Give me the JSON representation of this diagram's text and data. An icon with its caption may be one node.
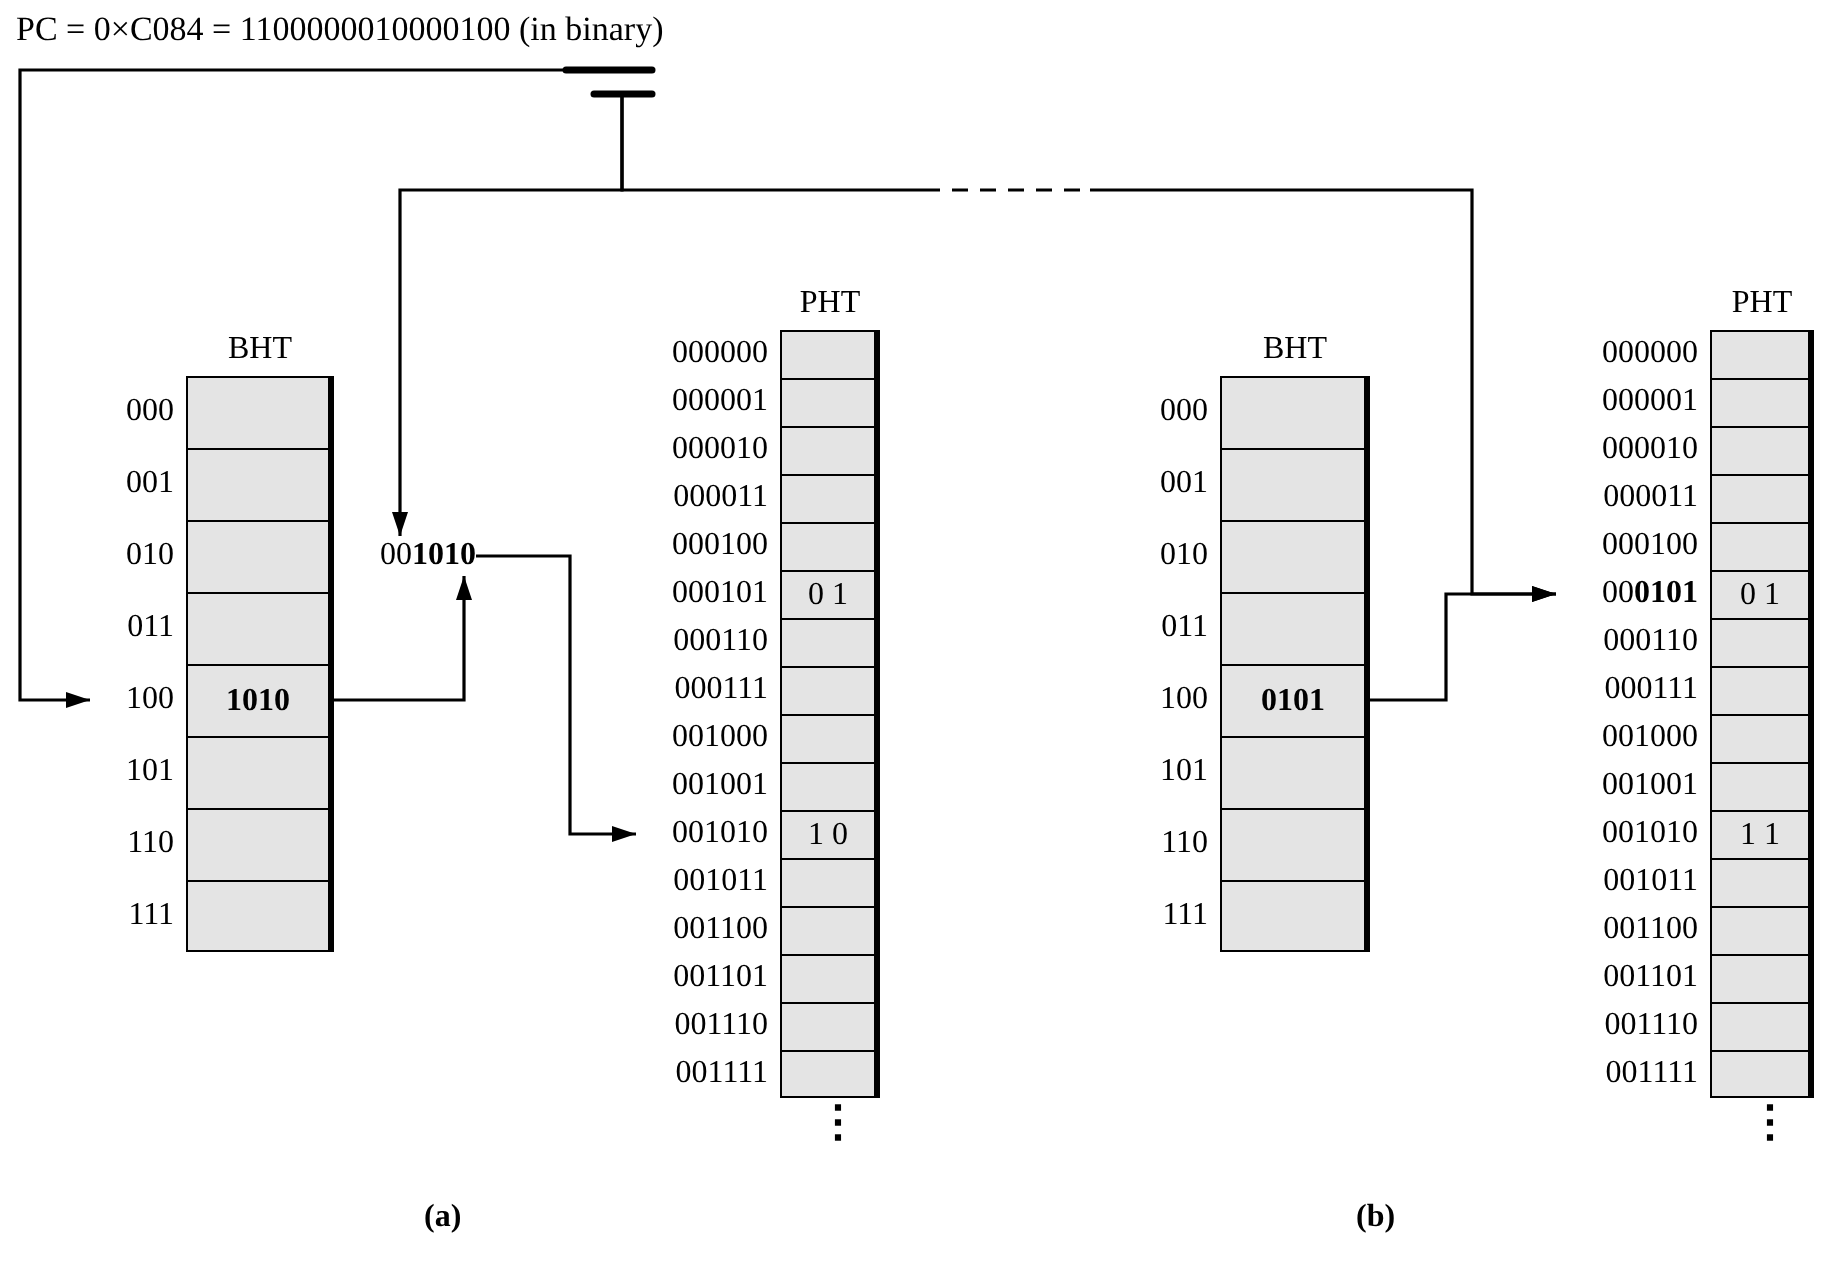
{
  "diagram": {
    "nodes": [
      {
        "text": [
          "PC = 0×C084 = 1100000010000100 (in binary)"
        ]
      },
      {
        "text": [
          "BHT"
        ]
      },
      {
        "text": [],
        "shape": "box",
        "in": 1,
        "beside": [
          "000"
        ]
      },
      {
        "text": [],
        "shape": "box",
        "in": 1,
        "beside": [
          "001"
        ]
      },
      {
        "text": [],
        "shape": "box",
        "in": 1,
        "beside": [
          "010"
        ]
      },
      {
        "text": [],
        "shape": "box",
        "in": 1,
        "beside": [
          "011"
        ]
      },
      {
        "text": [
          "1010"
        ],
        "in": 1,
        "beside": [
          "100"
        ]
      },
      {
        "text": [],
        "shape": "box",
        "in": 1,
        "beside": [
          "101"
        ]
      },
      {
        "text": [],
        "shape": "box",
        "in": 1,
        "beside": [
          "110"
        ]
      },
      {
        "text": [],
        "shape": "box",
        "in": 1,
        "beside": [
          "111"
        ]
      },
      {
        "text": [
          "00**1010**"
        ]
      },
      {
        "text": [
          "PHT"
        ]
      },
      {
        "text": [],
        "shape": "box",
        "in": 11,
        "beside": [
          "000000"
        ]
      },
      {
        "text": [],
        "shape": "box",
        "in": 11,
        "beside": [
          "000001"
        ]
      },
      {
        "text": [],
        "shape": "box",
        "in": 11,
        "beside": [
          "000010"
        ]
      },
      {
        "text": [],
        "shape": "box",
        "in": 11,
        "beside": [
          "000011"
        ]
      },
      {
        "text": [],
        "shape": "box",
        "in": 11,
        "beside": [
          "000100"
        ]
      },
      {
        "text": [
          "0 1"
        ],
        "in": 11,
        "beside": [
          "000101"
        ]
      },
      {
        "text": [],
        "shape": "box",
        "in": 11,
        "beside": [
          "000110"
        ]
      },
      {
        "text": [],
        "shape": "box",
        "in": 11,
        "beside": [
          "000111"
        ]
      },
      {
        "text": [],
        "shape": "box",
        "in": 11,
        "beside": [
          "001000"
        ]
      },
      {
        "text": [],
        "shape": "box",
        "in": 11,
        "beside": [
          "001001"
        ]
      },
      {
        "text": [
          "1 0"
        ],
        "in": 11,
        "beside": [
          "001010"
        ]
      },
      {
        "text": [],
        "shape": "box",
        "in": 11,
        "beside": [
          "001011"
        ]
      },
      {
        "text": [],
        "shape": "box",
        "in": 11,
        "beside": [
          "001100"
        ]
      },
      {
        "text": [],
        "shape": "box",
        "in": 11,
        "beside": [
          "001101"
        ]
      },
      {
        "text": [],
        "shape": "box",
        "in": 11,
        "beside": [
          "001110"
        ]
      },
      {
        "text": [],
        "shape": "box",
        "in": 11,
        "beside": [
          "001111"
        ]
      },
      {
        "text": [
          "BHT"
        ]
      },
      {
        "text": [],
        "shape": "box",
        "in": 28,
        "beside": [
          "000"
        ]
      },
      {
        "text": [],
        "shape": "box",
        "in": 28,
        "beside": [
          "001"
        ]
      },
      {
        "text": [],
        "shape": "box",
        "in": 28,
        "beside": [
          "010"
        ]
      },
      {
        "text": [],
        "shape": "box",
        "in": 28,
        "beside": [
          "011"
        ]
      },
      {
        "text": [
          "0101"
        ],
        "in": 28,
        "beside": [
          "100"
        ]
      },
      {
        "text": [],
        "shape": "box",
        "in": 28,
        "beside": [
          "101"
        ]
      },
      {
        "text": [],
        "shape": "box",
        "in": 28,
        "beside": [
          "110"
        ]
      },
      {
        "text": [],
        "shape": "box",
        "in": 28,
        "beside": [
          "111"
        ]
      },
      {
        "text": [
          "PHT"
        ]
      },
      {
        "text": [],
        "shape": "box",
        "in": 37,
        "beside": [
          "000000"
        ]
      },
      {
        "text": [],
        "shape": "box",
        "in": 37,
        "beside": [
          "000001"
        ]
      },
      {
        "text": [],
        "shape": "box",
        "in": 37,
        "beside": [
          "000010"
        ]
      },
      {
        "text": [],
        "shape": "box",
        "in": 37,
        "beside": [
          "000011"
        ]
      },
      {
        "text": [],
        "shape": "box",
        "in": 37,
        "beside": [
          "000100"
        ]
      },
      {
        "text": [
          "0 1"
        ],
        "in": 37,
        "beside": [
          "00**0101**"
        ]
      },
      {
        "text": [],
        "shape": "box",
        "in": 37,
        "beside": [
          "000110"
        ]
      },
      {
        "text": [],
        "shape": "box",
        "in": 37,
        "beside": [
          "000111"
        ]
      },
      {
        "text": [],
        "shape": "box",
        "in": 37,
        "beside": [
          "001000"
        ]
      },
      {
        "text": [],
        "shape": "box",
        "in": 37,
        "beside": [
          "001001"
        ]
      },
      {
        "text": [
          "1 1"
        ],
        "in": 37,
        "beside": [
          "001010"
        ]
      },
      {
        "text": [],
        "shape": "box",
        "in": 37,
        "beside": [
          "001011"
        ]
      },
      {
        "text": [],
        "shape": "box",
        "in": 37,
        "beside": [
          "001100"
        ]
      },
      {
        "text": [],
        "shape": "box",
        "in": 37,
        "beside": [
          "001101"
        ]
      },
      {
        "text": [],
        "shape": "box",
        "in": 37,
        "beside": [
          "001110"
        ]
      },
      {
        "text": [],
        "shape": "box",
        "in": 37,
        "beside": [
          "001111"
        ]
      }
    ],
    "edges": [
      {
        "from": 0,
        "to": 6,
        "arrow": "to"
      },
      {
        "from": 0,
        "to": 10,
        "arrow": "to"
      },
      {
        "from": 0,
        "to": 43,
        "arrow": "to",
        "style": "dashed"
      },
      {
        "from": 6,
        "to": 10,
        "arrow": "to"
      },
      {
        "from": 10,
        "to": 22,
        "arrow": "to"
      },
      {
        "from": 33,
        "to": 43,
        "arrow": "to"
      }
    ],
    "labels": [
      "⋮",
      "⋮",
      "(a)",
      "(b)"
    ]
  }
}
